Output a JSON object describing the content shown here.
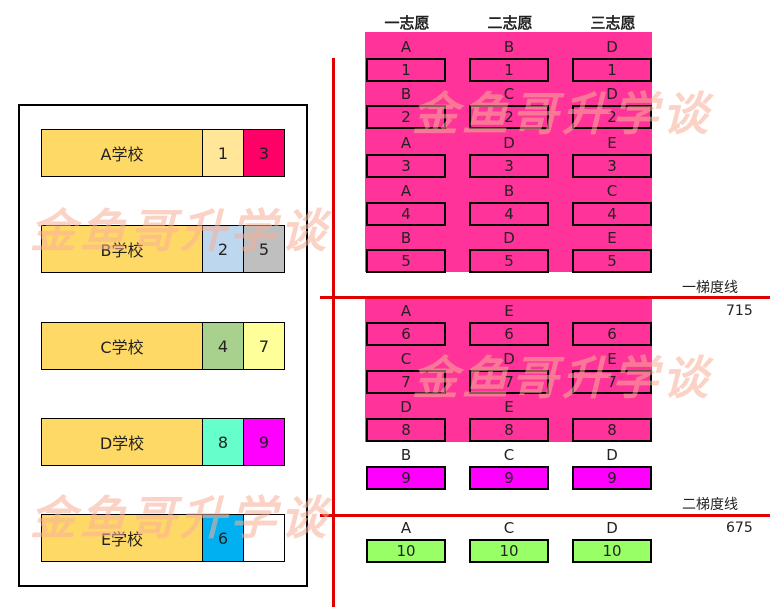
{
  "headers": [
    "一志愿",
    "二志愿",
    "三志愿"
  ],
  "schools": [
    {
      "name": "A学校",
      "slots": [
        {
          "value": "1",
          "color": "#ffe699"
        },
        {
          "value": "3",
          "color": "#ff0066"
        }
      ]
    },
    {
      "name": "B学校",
      "slots": [
        {
          "value": "2",
          "color": "#bdd7ee"
        },
        {
          "value": "5",
          "color": "#bfbfbf"
        }
      ]
    },
    {
      "name": "C学校",
      "slots": [
        {
          "value": "4",
          "color": "#a9d18e"
        },
        {
          "value": "7",
          "color": "#ffff99"
        }
      ]
    },
    {
      "name": "D学校",
      "slots": [
        {
          "value": "8",
          "color": "#66ffcc"
        },
        {
          "value": "9",
          "color": "#ff00ff"
        }
      ]
    },
    {
      "name": "E学校",
      "slots": [
        {
          "value": "6",
          "color": "#00b0f0"
        },
        {
          "value": "",
          "color": "#ffffff"
        }
      ]
    }
  ],
  "candidates": [
    {
      "number": "1",
      "choices": [
        "A",
        "B",
        "D"
      ],
      "color": "#ff3399"
    },
    {
      "number": "2",
      "choices": [
        "B",
        "C",
        "D"
      ],
      "color": "#ff3399"
    },
    {
      "number": "3",
      "choices": [
        "A",
        "D",
        "E"
      ],
      "color": "#ff3399"
    },
    {
      "number": "4",
      "choices": [
        "A",
        "B",
        "C"
      ],
      "color": "#ff3399"
    },
    {
      "number": "5",
      "choices": [
        "B",
        "D",
        "E"
      ],
      "color": "#ff3399"
    },
    {
      "number": "6",
      "choices": [
        "A",
        "E",
        ""
      ],
      "color": "#ff3399"
    },
    {
      "number": "7",
      "choices": [
        "C",
        "D",
        "E"
      ],
      "color": "#ff3399"
    },
    {
      "number": "8",
      "choices": [
        "D",
        "E",
        ""
      ],
      "color": "#ff3399"
    },
    {
      "number": "9",
      "choices": [
        "B",
        "C",
        "D"
      ],
      "color": "#ff00ff"
    },
    {
      "number": "10",
      "choices": [
        "A",
        "C",
        "D"
      ],
      "color": "#99ff66"
    }
  ],
  "lines": [
    {
      "label": "一梯度线",
      "score": "715"
    },
    {
      "label": "二梯度线",
      "score": "675"
    }
  ],
  "watermark": "金鱼哥升学谈"
}
